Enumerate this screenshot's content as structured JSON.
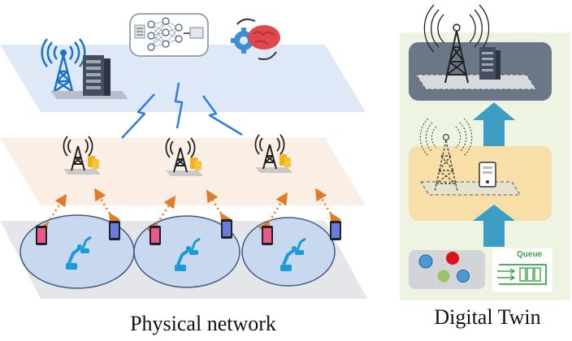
{
  "captions": {
    "physical": "Physical network",
    "twin": "Digital Twin"
  },
  "labels": {
    "queue": "Queue"
  },
  "colors": {
    "top_layer": "#dfe8f6",
    "middle_layer": "#fbeee4",
    "bottom_layer": "#e5e6ea",
    "twin_panel": "#eef4e2",
    "twin_top_box": "#6b7787",
    "twin_mid_box": "#f8dfa8",
    "arrow_teal": "#3d9ec3",
    "tower_blue": "#1a73c8",
    "wireless_link": "#2b7fe0",
    "d2d_link": "#e07b2a",
    "cell_fill": "#c7d8ef"
  },
  "icons": [
    "cell-tower-icon",
    "server-rack-icon",
    "neural-network-icon",
    "ai-brain-gear-icon",
    "lightning-link-icon",
    "base-station-icon",
    "smartphone-icon",
    "robot-arm-icon",
    "dashed-tower-icon",
    "computer-case-icon",
    "queue-icon",
    "state-circles-icon"
  ]
}
